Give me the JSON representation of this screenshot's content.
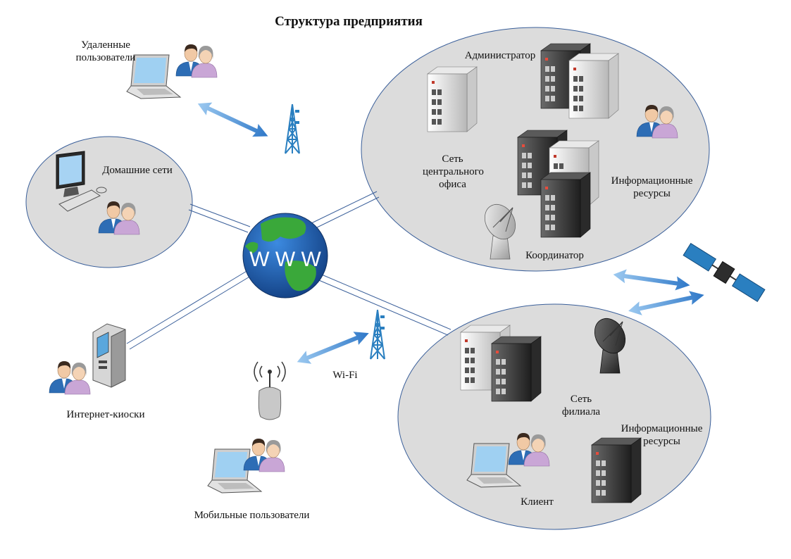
{
  "title": "Структура предприятия",
  "globe_text": "W W W",
  "labels": {
    "remote_users": "Удаленные\nпользователи",
    "home_networks": "Домашние сети",
    "internet_kiosks": "Интернет-киоски",
    "mobile_users": "Мобильные пользователи",
    "wifi": "Wi-Fi",
    "administrator": "Администратор",
    "central_office": "Сеть\nцентрального\nофиса",
    "info_resources_central": "Информационные\nресурсы",
    "coordinator": "Координатор",
    "branch_network": "Сеть\nфилиала",
    "info_resources_branch": "Информационные\nресурсы",
    "client": "Клиент"
  },
  "icons": [
    "laptop-icon",
    "users-icon",
    "radio-tower-icon",
    "desktop-computer-icon",
    "kiosk-icon",
    "wifi-router-icon",
    "server-icon",
    "satellite-dish-icon",
    "satellite-icon",
    "globe-icon"
  ],
  "colors": {
    "cloud_fill": "#dcdcdc",
    "cloud_stroke": "#3a5f9a",
    "link": "#3a5f9a",
    "arrow": "#4a8fd8",
    "tower": "#2a7fc0",
    "globe_ocean": "#1e5fb0",
    "globe_land": "#3aa83a"
  }
}
